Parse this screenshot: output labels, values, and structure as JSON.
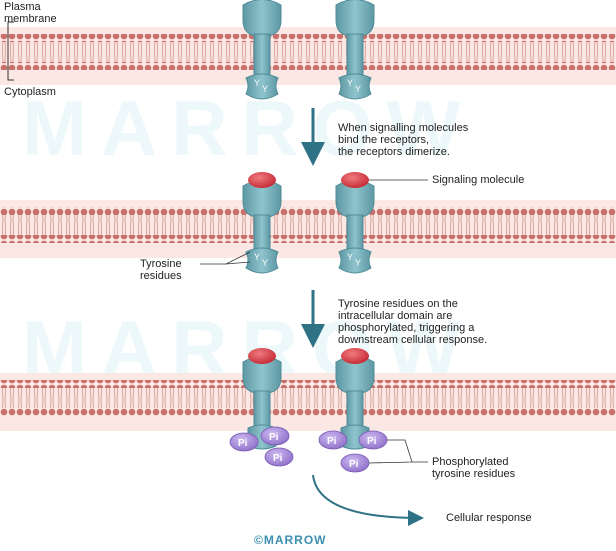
{
  "labels": {
    "plasma_membrane": "Plasma\nmembrane",
    "cytoplasm": "Cytoplasm",
    "step1": "When signalling molecules\nbind the receptors,\nthe receptors dimerize.",
    "signaling_molecule": "Signaling molecule",
    "tyrosine_residues": "Tyrosine\nresidues",
    "step2": "Tyrosine residues on the\nintracellular domain are\nphosphorylated, triggering a\ndownstream cellular response.",
    "phosphorylated": "Phosphorylated\ntyrosine residues",
    "cellular_response": "Cellular response",
    "phosphate": "Pi",
    "credit": "©MARROW",
    "watermark": "MARROW"
  },
  "colors": {
    "membrane_band": "#f6d6d0",
    "lipid_head": "#c96f6c",
    "lipid_tail": "#d9a29d",
    "receptor": "#7fb6c0",
    "receptor_dark": "#4f8c98",
    "ligand": "#d8363f",
    "phosphate": "#a98fd8",
    "arrow": "#2f7285"
  },
  "icons": {
    "tyrosine_mark": "Y"
  }
}
